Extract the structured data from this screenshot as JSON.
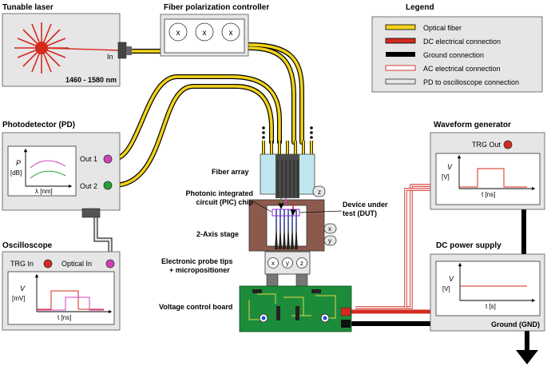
{
  "laser": {
    "title": "Tunable laser",
    "in_label": "In",
    "range": "1460 - 1580 nm"
  },
  "fpc": {
    "title": "Fiber polarization controller",
    "knob": "x"
  },
  "legend": {
    "title": "Legend",
    "items": [
      {
        "label": "Optical fiber",
        "color": "#f2d31b"
      },
      {
        "label": "DC electrical connection",
        "color": "#d42a1e"
      },
      {
        "label": "Ground connection",
        "color": "#000000"
      },
      {
        "label": "AC electrical connection",
        "color": "#ffffff"
      },
      {
        "label": "PD to oscilloscope connection",
        "color": "#e6e6e6"
      }
    ]
  },
  "photodetector": {
    "title": "Photodetector (PD)",
    "out1": "Out 1",
    "out2": "Out 2",
    "y_sym": "P",
    "y_unit": "[dB]",
    "x_label": "λ [nm]"
  },
  "fiber_array": {
    "label": "Fiber array",
    "z_label": "z"
  },
  "pic": {
    "label_line1": "Photonic integrated",
    "label_line2": "circuit (PIC) chip"
  },
  "dut": {
    "label_line1": "Device under",
    "label_line2": "test (DUT)"
  },
  "stage": {
    "label": "2-Axis stage",
    "x_label": "x",
    "y_label": "y"
  },
  "probe": {
    "label_line1": "Electronic probe tips",
    "label_line2": "+ micropositioner",
    "knobs": [
      "x",
      "y",
      "z"
    ]
  },
  "vcb": {
    "label": "Voltage control board"
  },
  "oscilloscope": {
    "title": "Oscilloscope",
    "trg_in": "TRG In",
    "optical_in": "Optical In",
    "y_sym": "V",
    "y_unit": "[mV]",
    "x_label": "t [ns]"
  },
  "waveform": {
    "title": "Waveform generator",
    "trg_out": "TRG Out",
    "y_sym": "V",
    "y_unit": "[V]",
    "x_label": "t [ns]"
  },
  "dc_supply": {
    "title": "DC power supply",
    "ground": "Ground (GND)",
    "y_sym": "V",
    "y_unit": "[V]",
    "x_label": "t [s]"
  }
}
